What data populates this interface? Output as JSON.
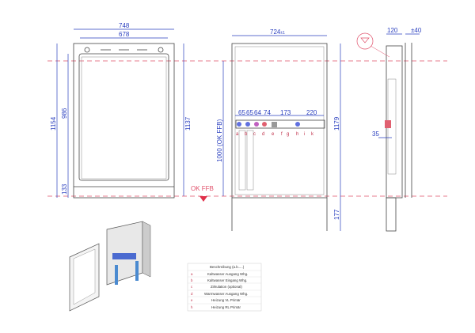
{
  "front_view": {
    "width_outer": "748",
    "width_inner": "678",
    "height_total": "1154",
    "height_panel": "986",
    "height_base": "133",
    "height_right": "1137"
  },
  "floor_marker": {
    "label": "OK FFB"
  },
  "middle_view": {
    "width": "724",
    "width_suffix": "±1",
    "height_ffb": "1000 (OK FFB)",
    "height_total": "1179",
    "leg_height": "177",
    "spacings": [
      "65",
      "65",
      "64",
      "74",
      "173",
      "220"
    ],
    "connection_letters": [
      "a",
      "b",
      "c",
      "d",
      "e",
      "f",
      "g",
      "h",
      "i",
      "k"
    ]
  },
  "side_view": {
    "depth": "120",
    "adjust": "±40",
    "offset": "35"
  },
  "legend_table": {
    "header": "Beschreibung (a.b.....)",
    "rows": [
      {
        "key": "a",
        "text": "Kaltwasser Ausgang Whg."
      },
      {
        "key": "b",
        "text": "Kaltwasser Eingang Whg."
      },
      {
        "key": "c",
        "text": "Zirkulation (optional)"
      },
      {
        "key": "d",
        "text": "Warmwasser Ausgang Whg."
      },
      {
        "key": "e",
        "text": "Heizung VL Primär"
      },
      {
        "key": "h",
        "text": "Heizung RL Primär"
      }
    ]
  },
  "colors": {
    "dimension": "#2a3fbf",
    "reference": "#e0506a"
  }
}
